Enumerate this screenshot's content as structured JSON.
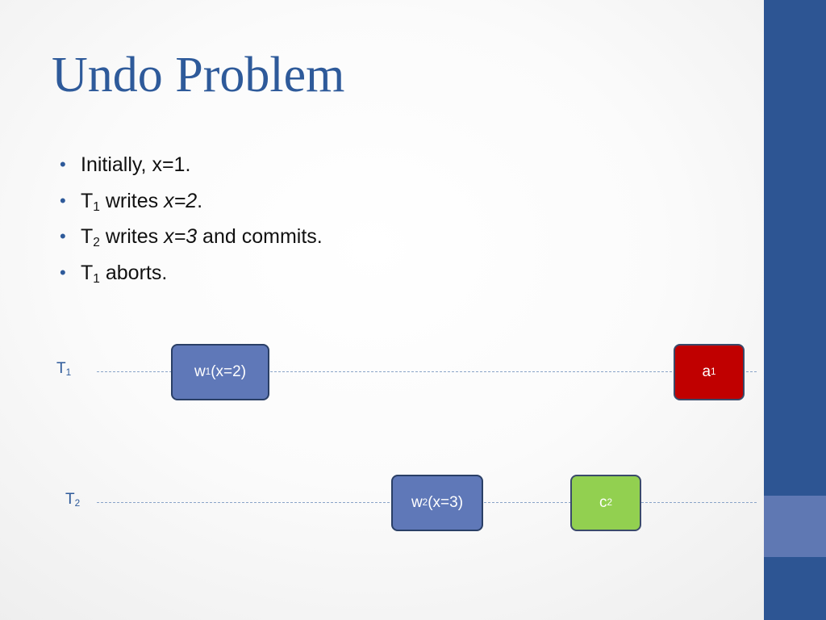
{
  "slide": {
    "title": "Undo Problem",
    "colors": {
      "accent_bar": "#2d5593",
      "accent_block": "#5f78b3",
      "title": "#2e5a9a"
    }
  },
  "bullets": [
    {
      "parts": [
        {
          "t": "Initially, x=1."
        }
      ]
    },
    {
      "parts": [
        {
          "t": "T"
        },
        {
          "t": "1",
          "sub": true
        },
        {
          "t": " writes "
        },
        {
          "t": "x=2",
          "em": true
        },
        {
          "t": "."
        }
      ]
    },
    {
      "parts": [
        {
          "t": "T"
        },
        {
          "t": "2",
          "sub": true
        },
        {
          "t": " writes "
        },
        {
          "t": "x=3",
          "em": true
        },
        {
          "t": " and commits."
        }
      ]
    },
    {
      "parts": [
        {
          "t": "T"
        },
        {
          "t": "1",
          "sub": true
        },
        {
          "t": " aborts."
        }
      ]
    }
  ],
  "timeline": {
    "t1": {
      "label": {
        "base": "T",
        "sub": "1"
      },
      "write": {
        "base": "w",
        "sub": "1",
        "rest": "(x=2)"
      },
      "abort": {
        "base": "a",
        "sub": "1"
      }
    },
    "t2": {
      "label": {
        "base": "T",
        "sub": "2"
      },
      "write": {
        "base": "w",
        "sub": "2",
        "rest": "(x=3)"
      },
      "commit": {
        "base": "c",
        "sub": "2"
      }
    },
    "colors": {
      "write": "#5f78b8",
      "abort": "#c00000",
      "commit": "#92d050"
    }
  }
}
